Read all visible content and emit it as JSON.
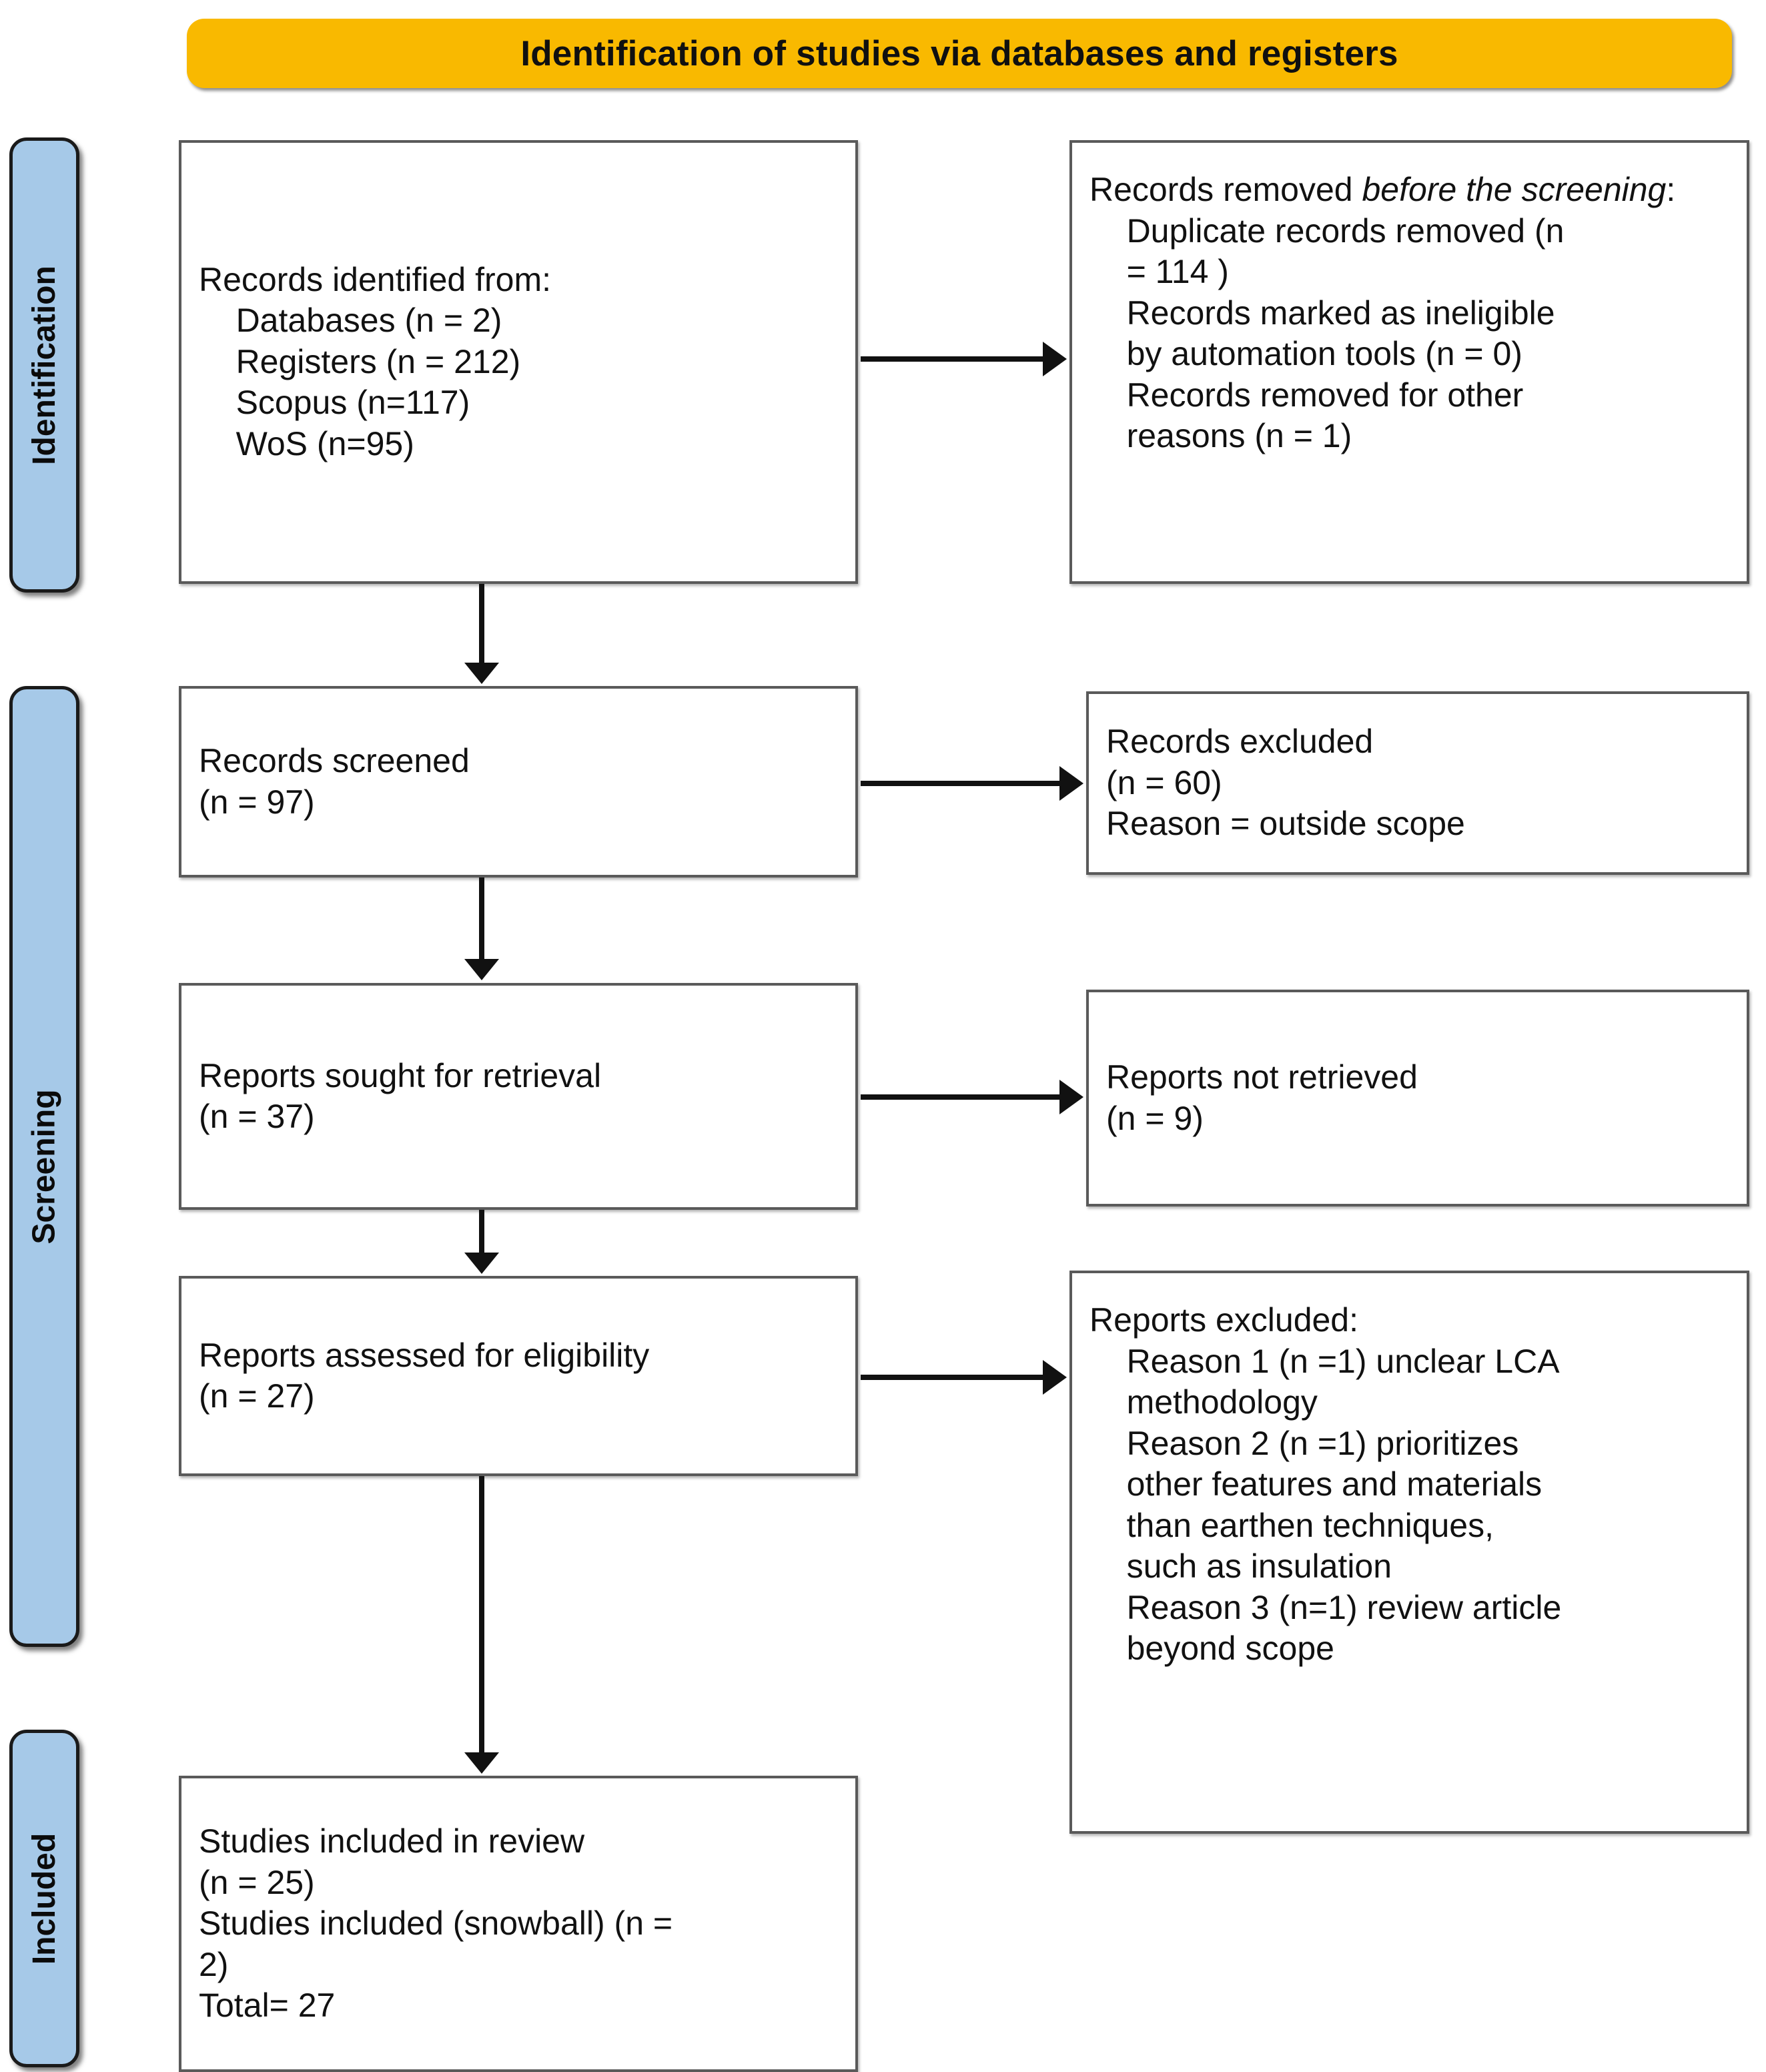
{
  "header": {
    "title": "Identification of studies via databases and registers",
    "background_color": "#f9b900"
  },
  "stages": {
    "identification": "Identification",
    "screening": "Screening",
    "included": "Included",
    "background_color": "#a6c9e8"
  },
  "boxes": {
    "identified": {
      "name": "Records identified from",
      "text": "Records identified from:\n    Databases (n = 2)\n    Registers (n = 212)\n    Scopus (n=117)\n    WoS (n=95)"
    },
    "removed": {
      "lead_plain": "Records removed ",
      "lead_italic": "before the screening",
      "lead_colon": ":",
      "rest": "\n    Duplicate records removed (n\n    = 114 )\n    Records marked as ineligible\n    by automation tools (n = 0)\n    Records removed for other\n    reasons (n = 1)"
    },
    "screened": {
      "text": "Records screened\n(n = 97)"
    },
    "excluded": {
      "text": "Records excluded\n(n = 60)\nReason = outside scope"
    },
    "sought": {
      "text": "Reports sought for retrieval\n(n = 37)"
    },
    "not_retrieved": {
      "text": "Reports not retrieved\n(n = 9)"
    },
    "assessed": {
      "text": "Reports assessed for eligibility\n(n = 27)"
    },
    "reports_excluded": {
      "text": "Reports excluded:\n    Reason 1 (n =1) unclear LCA\n    methodology\n    Reason 2 (n =1) prioritizes\n    other features and materials\n    than earthen techniques,\n    such as insulation\n    Reason 3 (n=1) review article\n    beyond scope"
    },
    "included": {
      "text": "Studies included in review\n(n = 25)\nStudies included (snowball) (n =\n2)\nTotal= 27"
    }
  },
  "connectors": {
    "identified_to_removed": "arrow-right",
    "screened_to_excluded": "arrow-right",
    "sought_to_not_retrieved": "arrow-right",
    "assessed_to_reports_excluded": "arrow-right",
    "identified_to_screened": "arrow-down",
    "screened_to_sought": "arrow-down",
    "sought_to_assessed": "arrow-down",
    "assessed_to_included": "arrow-down"
  }
}
